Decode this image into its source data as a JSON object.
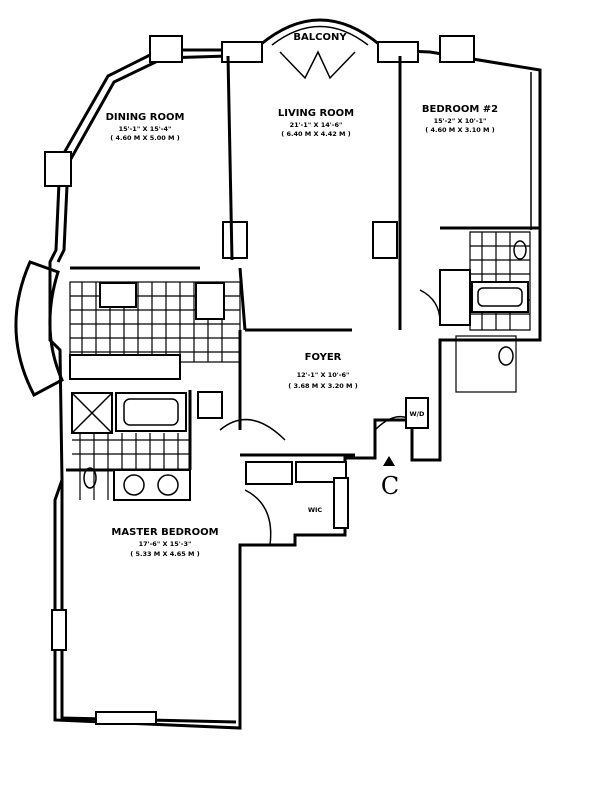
{
  "plan": {
    "balcony": "BALCONY",
    "rooms": [
      {
        "name": "DINING ROOM",
        "dim_imperial": "15'-1\" X 15'-4\"",
        "dim_metric": "( 4.60 M X 5.00 M )"
      },
      {
        "name": "LIVING ROOM",
        "dim_imperial": "21'-1\" X 14'-6\"",
        "dim_metric": "( 6.40 M X 4.42 M )"
      },
      {
        "name": "BEDROOM #2",
        "dim_imperial": "15'-2\" X 10'-1\"",
        "dim_metric": "( 4.60 M X 3.10 M )"
      },
      {
        "name": "FOYER",
        "dim_imperial": "12'-1\" X 10'-6\"",
        "dim_metric": "( 3.68 M X 3.20 M )"
      },
      {
        "name": "MASTER BEDROOM",
        "dim_imperial": "17'-6\" X 15'-3\"",
        "dim_metric": "( 5.33 M X 4.65 M )"
      }
    ],
    "wd_label": "W/D",
    "wic_label": "WIC",
    "unit_letter": "C"
  }
}
